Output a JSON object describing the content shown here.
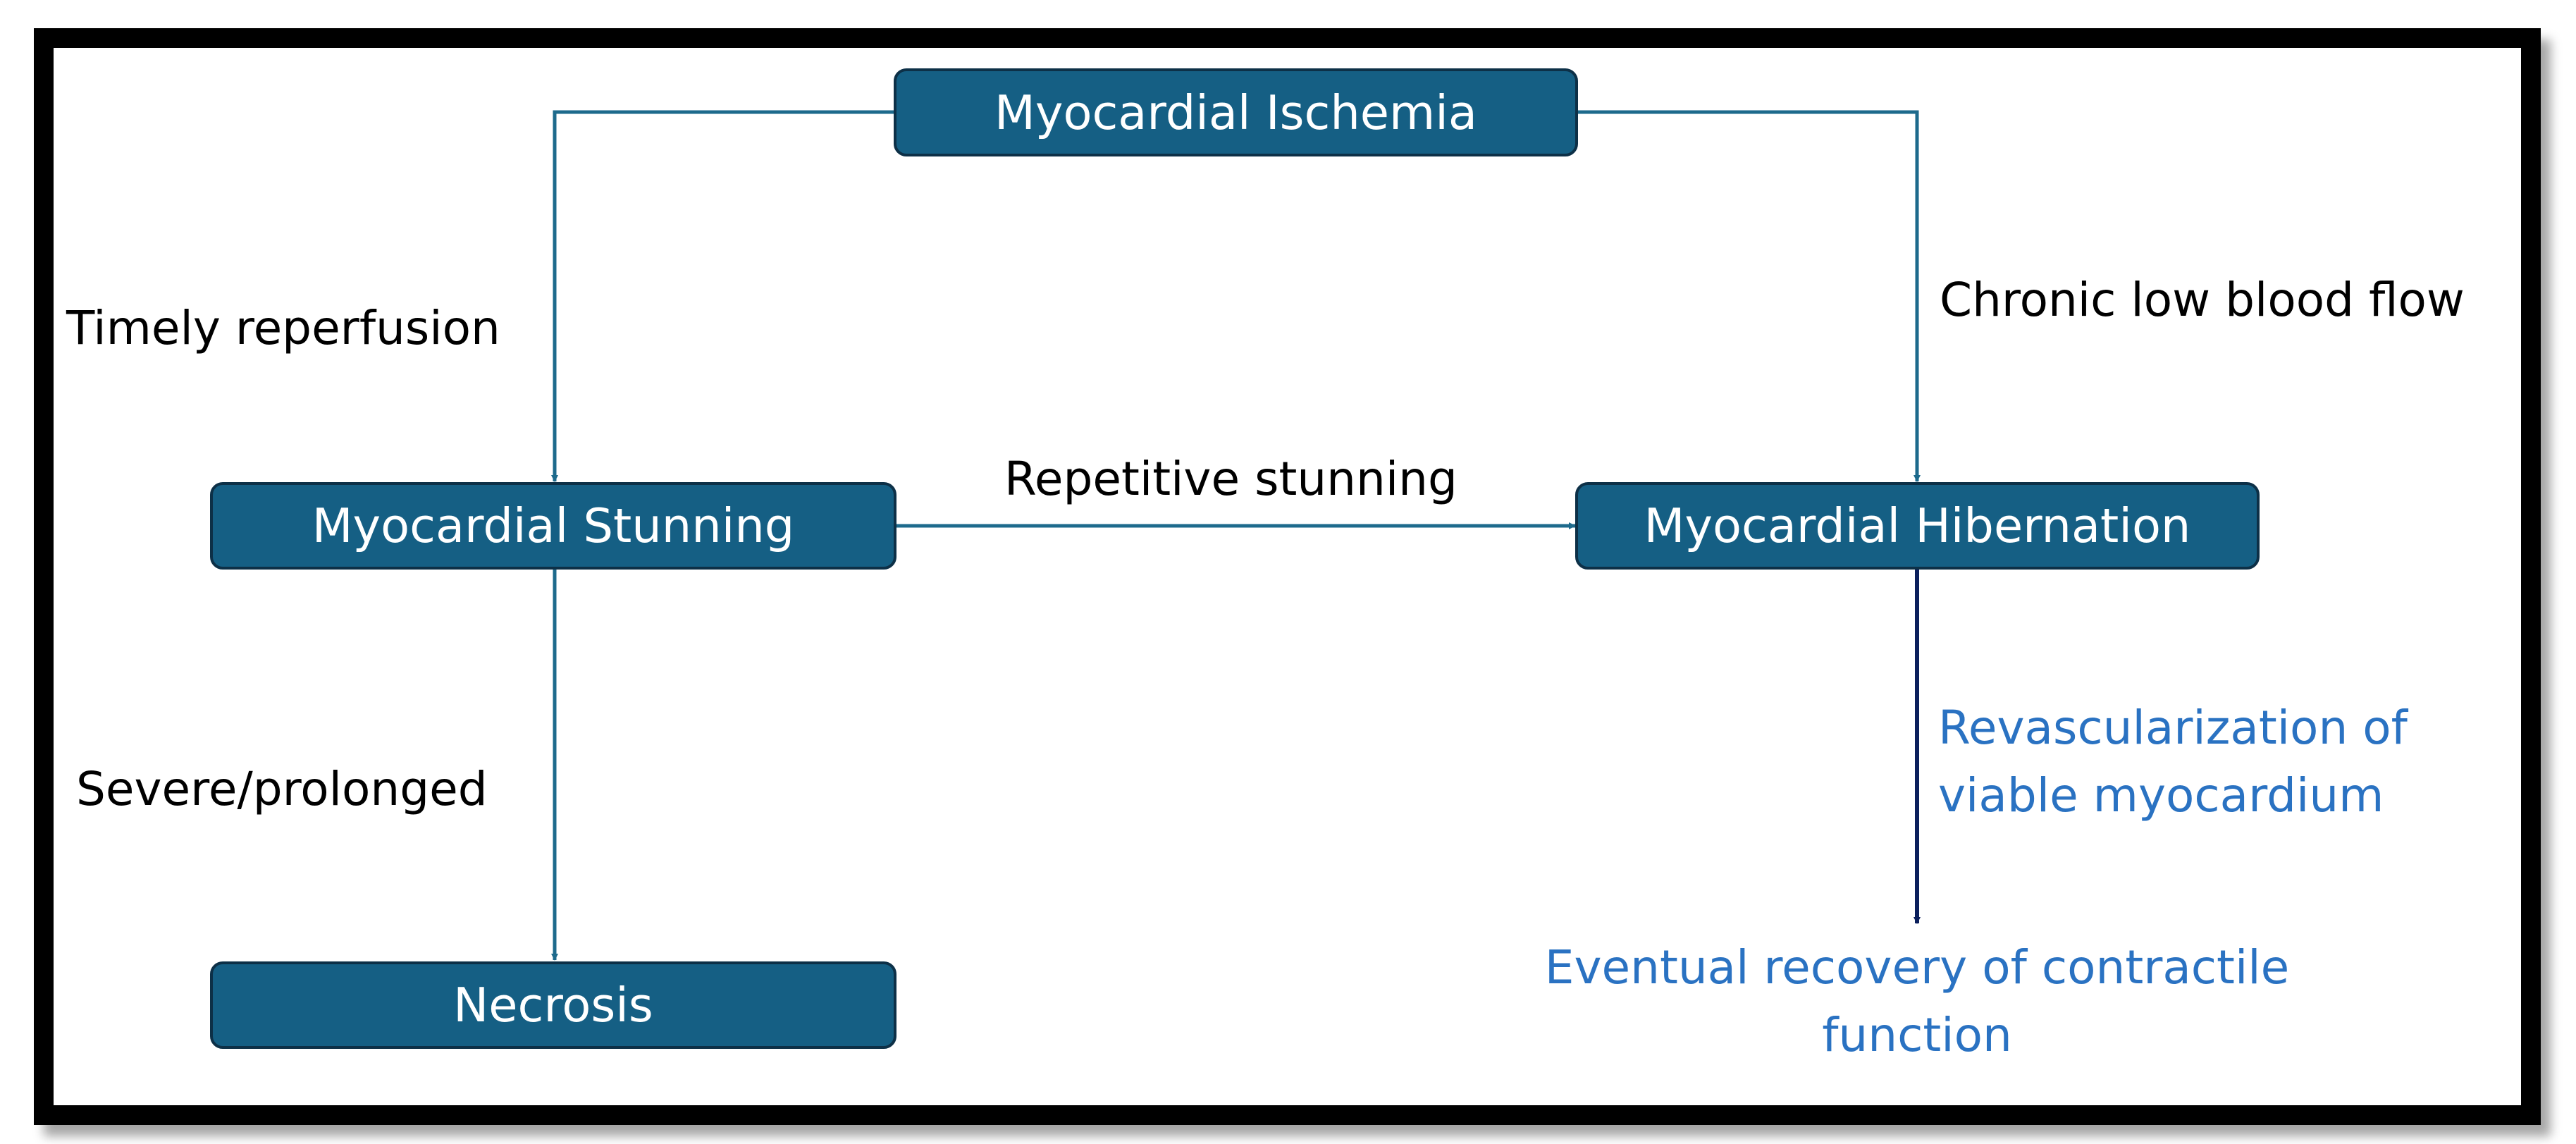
{
  "colors": {
    "node_fill": "#155f84",
    "node_border": "#0d3047",
    "connector": "#1d6a8c",
    "dark_connector": "#0b1f5c",
    "highlight_text": "#2a72c2",
    "frame": "#000000"
  },
  "nodes": {
    "ischemia": "Myocardial Ischemia",
    "stunning": "Myocardial Stunning",
    "hibernation": "Myocardial Hibernation",
    "necrosis": "Necrosis"
  },
  "edge_labels": {
    "timely_reperfusion": "Timely reperfusion",
    "chronic_low_flow": "Chronic low blood flow",
    "repetitive_stunning": "Repetitive stunning",
    "severe_prolonged": "Severe/prolonged",
    "revascularization": {
      "line1": "Revascularization of",
      "line2": "viable myocardium"
    }
  },
  "outcome": {
    "line1": "Eventual recovery of contractile",
    "line2": "function"
  }
}
